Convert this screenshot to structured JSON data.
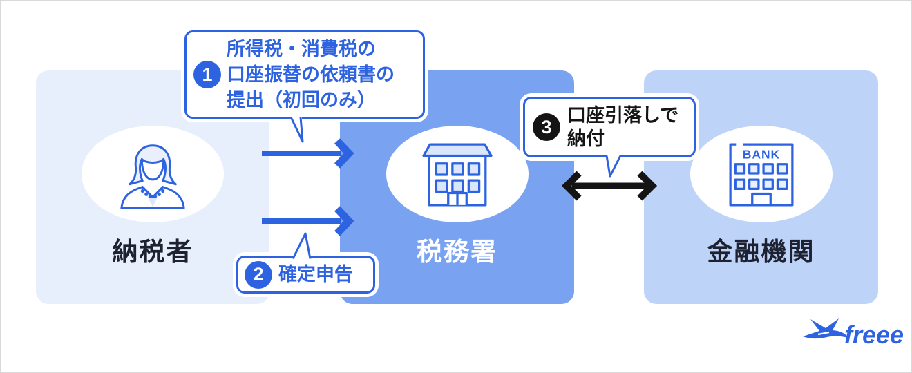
{
  "colors": {
    "blue": "#2D63E1",
    "box_taxpayer": "#E8EFFC",
    "box_taxoffice": "#79A2F1",
    "box_bank": "#BED3F8",
    "icon_fill": "#D9E6FB",
    "dark_label": "#1d2130",
    "black": "#141414"
  },
  "entities": [
    {
      "id": "taxpayer",
      "label": "納税者",
      "icon": "woman-icon"
    },
    {
      "id": "tax-office",
      "label": "税務署",
      "icon": "government-building-icon"
    },
    {
      "id": "bank",
      "label": "金融機関",
      "icon": "bank-building-icon",
      "bank_sign": "BANK"
    }
  ],
  "callouts": [
    {
      "number": "1",
      "lines": [
        "所得税・消費税の",
        "口座振替の依頼書の",
        "提出（初回のみ）"
      ],
      "style": "blue"
    },
    {
      "number": "2",
      "lines": [
        "確定申告"
      ],
      "style": "blue"
    },
    {
      "number": "3",
      "lines": [
        "口座引落しで",
        "納付"
      ],
      "style": "black"
    }
  ],
  "logo": {
    "text": "freee"
  }
}
